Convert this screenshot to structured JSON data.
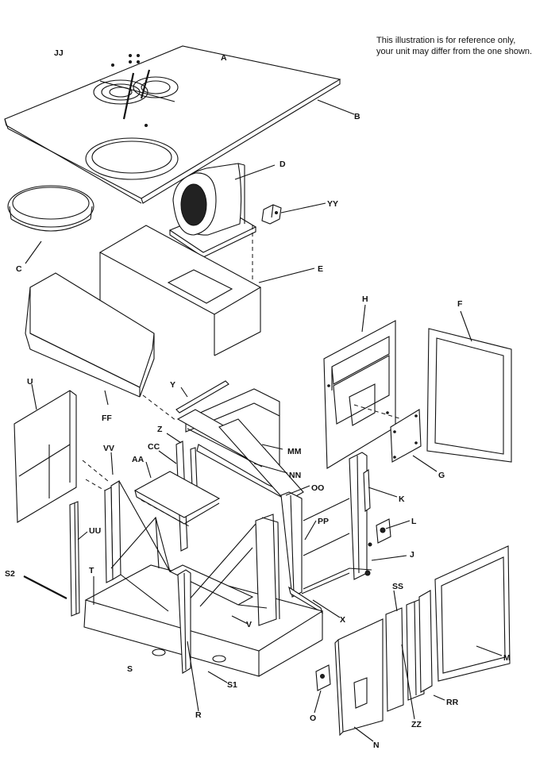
{
  "note": {
    "line1": "This illustration is for reference only,",
    "line2": "your unit may differ from the one shown."
  },
  "labels": {
    "JJ": "JJ",
    "A": "A",
    "B": "B",
    "C": "C",
    "D": "D",
    "YY": "YY",
    "E": "E",
    "H": "H",
    "F": "F",
    "U": "U",
    "FF": "FF",
    "Y": "Y",
    "Z": "Z",
    "MM": "MM",
    "CC": "CC",
    "VV": "VV",
    "AA": "AA",
    "NN": "NN",
    "OO": "OO",
    "K": "K",
    "G": "G",
    "PP": "PP",
    "L": "L",
    "UU": "UU",
    "J": "J",
    "S2": "S2",
    "T": "T",
    "SS": "SS",
    "V": "V",
    "X": "X",
    "M": "M",
    "S": "S",
    "S1": "S1",
    "R": "R",
    "RR": "RR",
    "O": "O",
    "ZZ": "ZZ",
    "N": "N"
  }
}
